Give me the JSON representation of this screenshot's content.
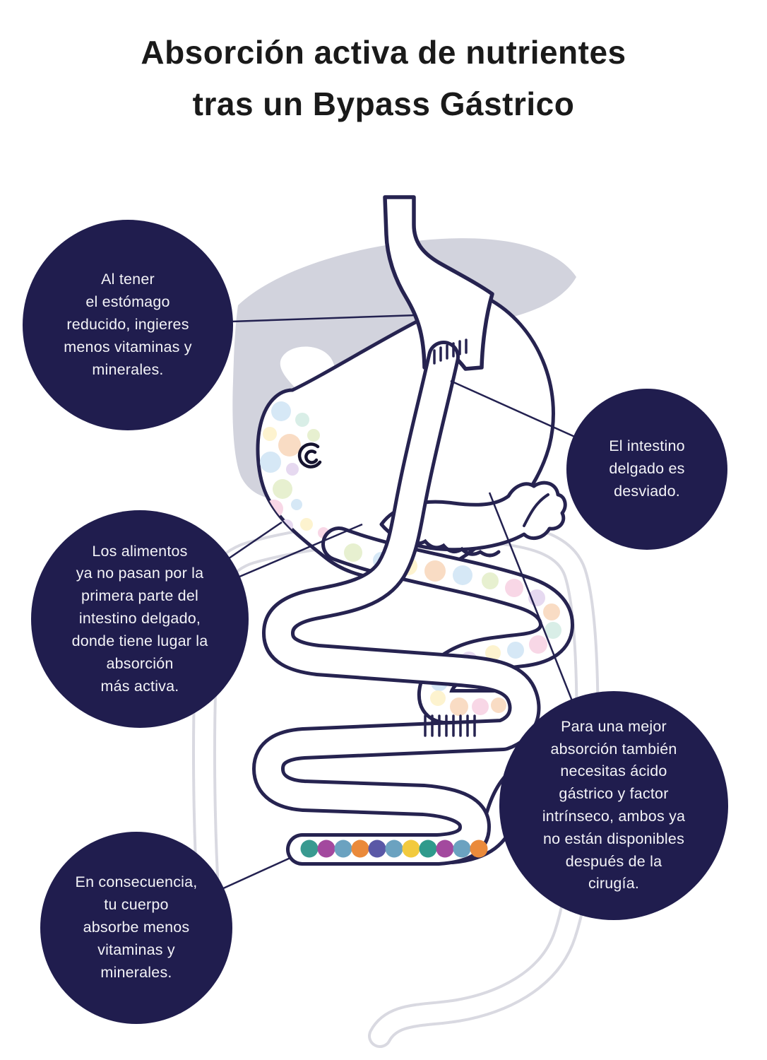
{
  "title": {
    "line1": "Absorción activa de nutrientes",
    "line2": "tras un Bypass Gástrico"
  },
  "callouts": {
    "reduced_stomach": "Al tener\nel estómago\nreducido, ingieres\nmenos vitaminas y\nminerales.",
    "bypassed_intestine": "El intestino\ndelgado es\ndesviado.",
    "food_path": "Los alimentos\nya no pasan por la\nprimera parte del\nintestino delgado,\ndonde tiene lugar la\nabsorción\nmás activa.",
    "acid_factor": "Para una mejor\nabsorción también\nnecesitas ácido\ngástrico y factor\nintrínseco, ambos ya\nno están disponibles\ndespués de la\ncirugía.",
    "consequence": "En consecuencia,\ntu cuerpo\nabsorbe menos\nvitaminas y\nminerales."
  },
  "colors": {
    "background": "#ffffff",
    "title_text": "#1a1a1a",
    "callout_bg": "#201d4e",
    "callout_text": "#f3f3f7",
    "outline": "#262350",
    "connector": "#232150",
    "liver": "#d2d3dd",
    "colon": "#d9d9e1",
    "spiral": "#15132f",
    "pastel_palette": [
      "#d6e8f6",
      "#fdf3cf",
      "#f8d7e6",
      "#e7f0d0",
      "#f9dcc4",
      "#e6d9f0",
      "#d9eee7",
      "#f3cfe0"
    ],
    "band_palette": [
      "#399a90",
      "#a3499e",
      "#6ba2c0",
      "#ea8a3b",
      "#5a58a6",
      "#6ba2c0",
      "#f2ca3e",
      "#2f9a8c",
      "#a3499e",
      "#6ba2c0",
      "#ea8a3b"
    ]
  }
}
